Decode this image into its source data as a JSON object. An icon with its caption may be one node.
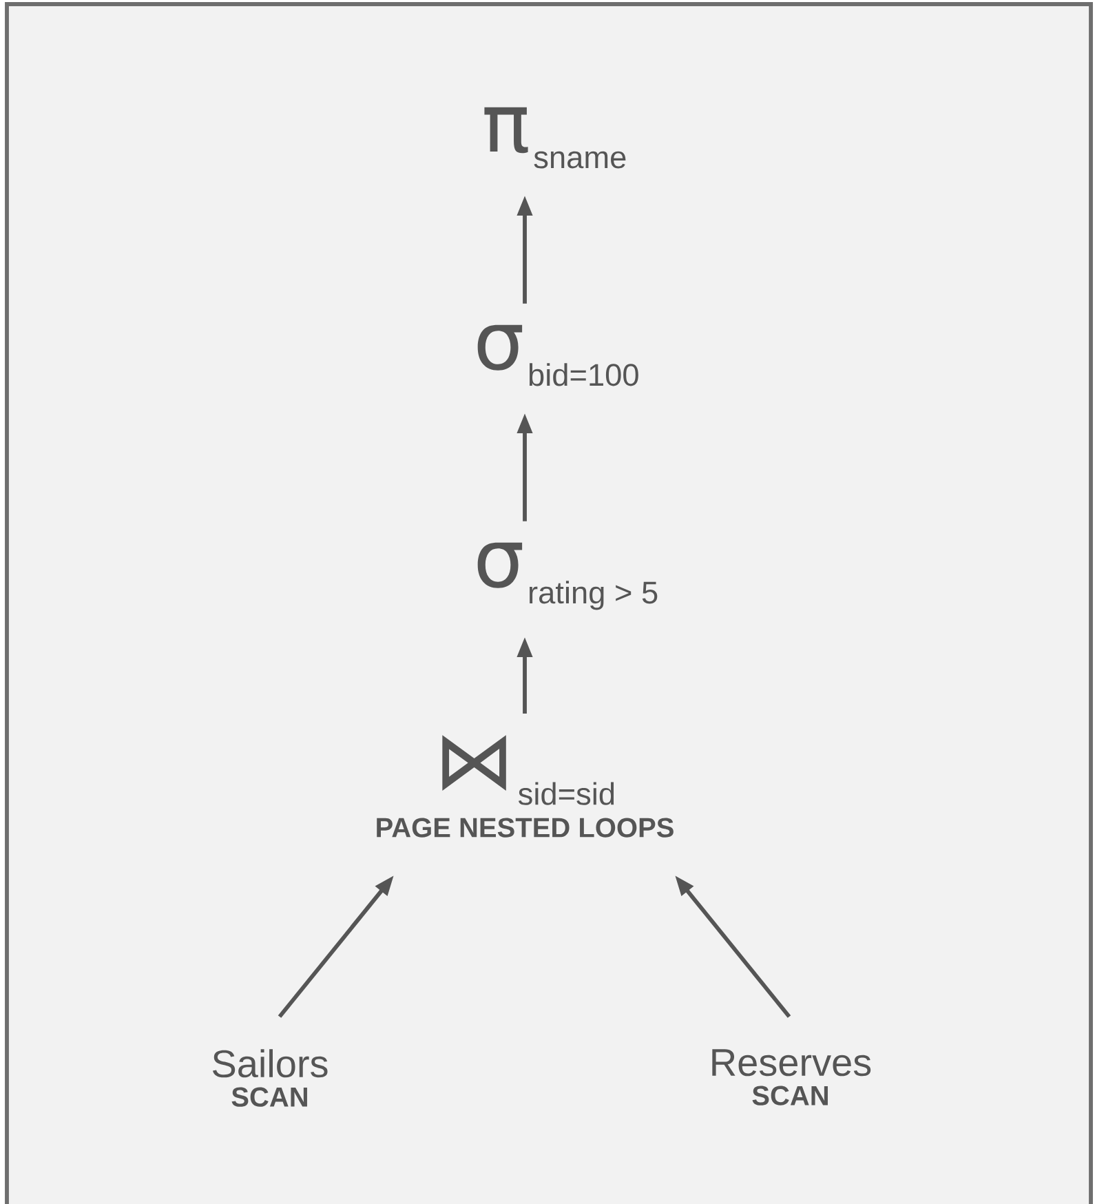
{
  "diagram": {
    "nodes": [
      {
        "text": [
          "π",
          "sname"
        ]
      },
      {
        "text": [
          "σ",
          "bid=100"
        ]
      },
      {
        "text": [
          "σ",
          "rating > 5"
        ]
      },
      {
        "text": [
          "⋈",
          "sid=sid",
          "PAGE NESTED LOOPS"
        ]
      },
      {
        "text": [
          "Sailors",
          "SCAN"
        ]
      },
      {
        "text": [
          "Reserves",
          "SCAN"
        ]
      }
    ],
    "edges": [
      {
        "from": 1,
        "to": 0,
        "arrow": "to"
      },
      {
        "from": 2,
        "to": 1,
        "arrow": "to"
      },
      {
        "from": 3,
        "to": 2,
        "arrow": "to"
      },
      {
        "from": 4,
        "to": 3,
        "arrow": "to"
      },
      {
        "from": 5,
        "to": 3,
        "arrow": "to"
      }
    ]
  }
}
